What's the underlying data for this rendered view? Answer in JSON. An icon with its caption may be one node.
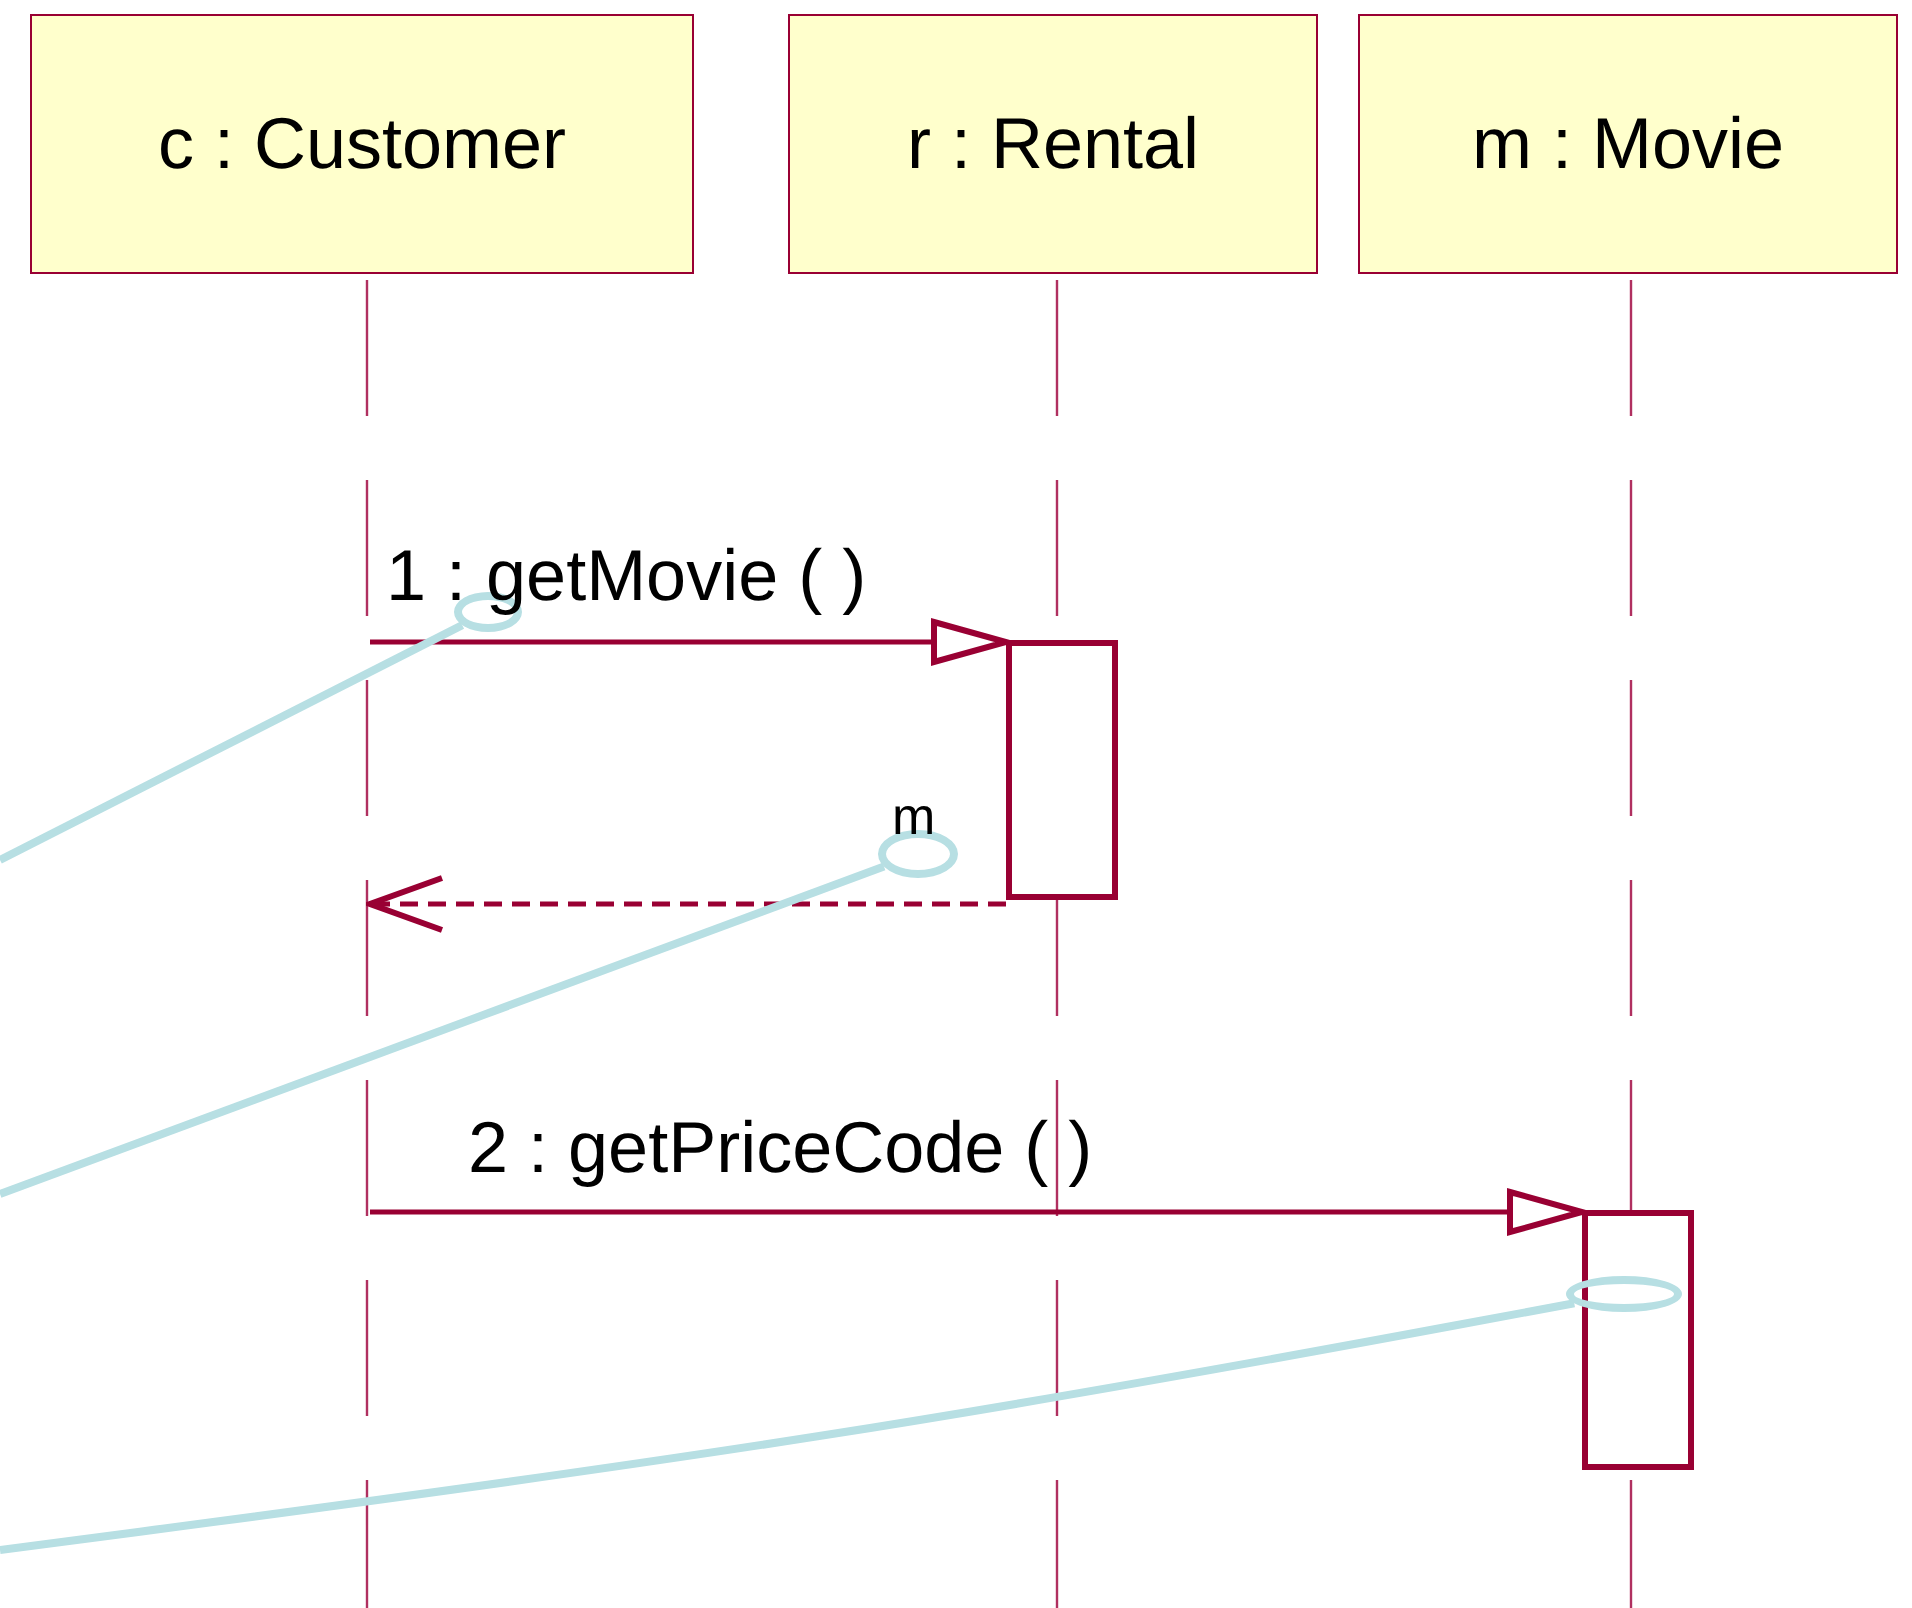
{
  "diagram": {
    "nodes": [
      {
        "text": [
          "c : Customer"
        ]
      },
      {
        "text": [
          "r : Rental"
        ]
      },
      {
        "text": [
          "m : Movie"
        ]
      },
      {
        "text": [],
        "shape": "line"
      },
      {
        "text": [],
        "shape": "line"
      },
      {
        "text": [],
        "shape": "line"
      },
      {
        "text": [],
        "shape": "bar"
      },
      {
        "text": [],
        "shape": "bar"
      },
      {
        "text": [],
        "shape": "circle"
      },
      {
        "text": [],
        "shape": "circle"
      },
      {
        "text": [],
        "shape": "circle"
      }
    ],
    "edges": [
      {
        "from": 3,
        "to": 6,
        "arrow": "to",
        "label": "1 : getMovie (  )"
      },
      {
        "from": 6,
        "to": 3,
        "arrow": "to",
        "label": "m",
        "style": "dashed"
      },
      {
        "from": 3,
        "to": 7,
        "arrow": "to",
        "label": "2 : getPriceCode (  )"
      },
      {
        "from": null,
        "to": 8,
        "arrow": "none",
        "color": "#b7dfe3"
      },
      {
        "from": null,
        "to": 9,
        "arrow": "none",
        "color": "#b7dfe3"
      },
      {
        "from": null,
        "to": 10,
        "arrow": "none",
        "color": "#b7dfe3"
      }
    ]
  }
}
